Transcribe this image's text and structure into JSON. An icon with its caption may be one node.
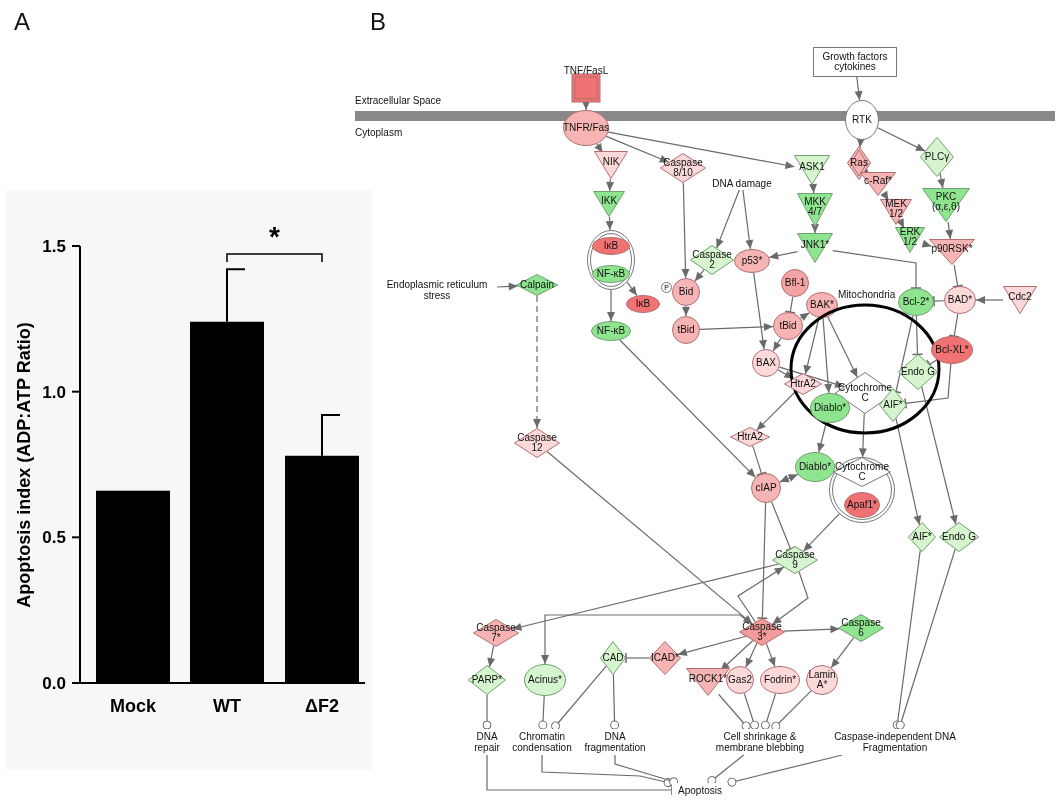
{
  "diagram": {
    "nodes": [
      {
        "text": [
          "TNF/FasL"
        ]
      },
      {
        "text": [
          "Growth factors cytokines"
        ]
      },
      {
        "text": [
          "Extracellular Space"
        ],
        "beside": [
          "Cytoplasm"
        ]
      },
      {
        "text": [
          "TNFR/Fas"
        ]
      },
      {
        "text": [
          "RTK"
        ]
      },
      {
        "text": [
          "NIK"
        ]
      },
      {
        "text": [
          "Caspase 8/10"
        ]
      },
      {
        "text": [
          "ASK1"
        ]
      },
      {
        "text": [
          "Ras"
        ]
      },
      {
        "text": [
          "c-Raf*"
        ]
      },
      {
        "text": [
          "PLCγ"
        ]
      },
      {
        "text": [
          "DNA damage"
        ]
      },
      {
        "text": [
          "IKK"
        ]
      },
      {
        "text": [
          "MKK 4/7"
        ]
      },
      {
        "text": [
          "MEK 1/2"
        ]
      },
      {
        "text": [
          "PKC (α,ε,θ)"
        ]
      },
      {
        "text": [
          "ERK 1/2"
        ]
      },
      {
        "text": [
          "p90RSK*"
        ]
      },
      {
        "text": [],
        "shape": "circle"
      },
      {
        "text": [
          "IκB"
        ],
        "in": 18
      },
      {
        "text": [
          "NF-κB"
        ],
        "in": 18
      },
      {
        "text": [
          "Caspase 2"
        ]
      },
      {
        "text": [
          "p53*"
        ]
      },
      {
        "text": [
          "JNK1*"
        ]
      },
      {
        "text": [
          "Endoplasmic reticulum stress"
        ]
      },
      {
        "text": [
          "Calpain"
        ]
      },
      {
        "text": [
          "Bid"
        ]
      },
      {
        "text": [
          "Bfl-1"
        ]
      },
      {
        "text": [
          "IκB"
        ],
        "beside": [
          "P"
        ]
      },
      {
        "text": [
          "NF-κB"
        ]
      },
      {
        "text": [
          "tBid"
        ]
      },
      {
        "text": [
          "tBid"
        ]
      },
      {
        "text": [
          "BAK*"
        ]
      },
      {
        "text": [
          "Mitochondria"
        ]
      },
      {
        "text": [
          "Bcl-2*"
        ]
      },
      {
        "text": [
          "BAD*"
        ]
      },
      {
        "text": [
          "Cdc2"
        ]
      },
      {
        "text": [
          "Bcl-XL*"
        ]
      },
      {
        "text": [
          "BAX"
        ]
      },
      {
        "text": [
          "HtrA2"
        ]
      },
      {
        "text": [
          "Cytochrome C"
        ],
        "in": 33
      },
      {
        "text": [
          "Diablo*"
        ],
        "in": 33
      },
      {
        "text": [
          "AIF*"
        ],
        "in": 33
      },
      {
        "text": [
          "Endo G"
        ],
        "in": 33
      },
      {
        "text": [
          "Caspase 12"
        ]
      },
      {
        "text": [
          "HtrA2"
        ]
      },
      {
        "text": [
          "Diablo*"
        ]
      },
      {
        "text": [],
        "shape": "circle"
      },
      {
        "text": [
          "Cytochrome C"
        ],
        "in": 47
      },
      {
        "text": [
          "Apaf1*"
        ],
        "in": 47
      },
      {
        "text": [
          "cIAP"
        ]
      },
      {
        "text": [
          "AIF*"
        ]
      },
      {
        "text": [
          "Endo G"
        ]
      },
      {
        "text": [
          "Caspase 9"
        ]
      },
      {
        "text": [
          "Caspase 7*"
        ]
      },
      {
        "text": [
          "Caspase 3*"
        ]
      },
      {
        "text": [
          "Caspase 6"
        ]
      },
      {
        "text": [
          "PARP*"
        ]
      },
      {
        "text": [
          "Acinus*"
        ]
      },
      {
        "text": [
          "CAD"
        ]
      },
      {
        "text": [
          "ICAD*"
        ]
      },
      {
        "text": [
          "ROCK1*"
        ]
      },
      {
        "text": [
          "Gas2"
        ]
      },
      {
        "text": [
          "Fodrin*"
        ]
      },
      {
        "text": [
          "Lamin A*"
        ]
      },
      {
        "text": [
          "DNA repair"
        ]
      },
      {
        "text": [
          "Chromatin condensation"
        ]
      },
      {
        "text": [
          "DNA fragmentation"
        ]
      },
      {
        "text": [
          "Cell shrinkage & membrane blebbing"
        ]
      },
      {
        "text": [
          "Caspase-independent DNA Fragmentation"
        ]
      },
      {
        "text": [
          "Apoptosis"
        ]
      }
    ],
    "edges": [
      {
        "from": 0,
        "to": 3,
        "arrow": "to"
      },
      {
        "from": 1,
        "to": 4,
        "arrow": "to"
      },
      {
        "from": 3,
        "to": 5,
        "arrow": "to"
      },
      {
        "from": 3,
        "to": 6,
        "arrow": "to"
      },
      {
        "from": 3,
        "to": 7,
        "arrow": "to"
      },
      {
        "from": 4,
        "to": 8,
        "arrow": "to"
      },
      {
        "from": 4,
        "to": 10,
        "arrow": "to"
      },
      {
        "from": 8,
        "to": 9,
        "arrow": "to"
      },
      {
        "from": 9,
        "to": 14,
        "arrow": "to"
      },
      {
        "from": 14,
        "to": 16,
        "arrow": "to"
      },
      {
        "from": 16,
        "to": 17,
        "arrow": "to"
      },
      {
        "from": 10,
        "to": 15,
        "arrow": "to"
      },
      {
        "from": 15,
        "to": 17,
        "arrow": "to"
      },
      {
        "from": 5,
        "to": 12,
        "arrow": "to"
      },
      {
        "from": 12,
        "to": 18,
        "arrow": "to"
      },
      {
        "from": 7,
        "to": 13,
        "arrow": "to"
      },
      {
        "from": 13,
        "to": 23,
        "arrow": "to"
      },
      {
        "from": 11,
        "to": 21,
        "arrow": "to"
      },
      {
        "from": 11,
        "to": 22,
        "arrow": "to"
      },
      {
        "from": 23,
        "to": 22,
        "arrow": "to"
      },
      {
        "from": 17,
        "to": 35,
        "arrow": "other"
      },
      {
        "from": 23,
        "to": 34,
        "arrow": "other"
      },
      {
        "from": 24,
        "to": 25,
        "arrow": "to"
      },
      {
        "from": 25,
        "to": 44,
        "arrow": "to",
        "style": "dashed"
      },
      {
        "from": 18,
        "to": 28,
        "arrow": "to"
      },
      {
        "from": 18,
        "to": 29,
        "arrow": "to"
      },
      {
        "from": 6,
        "to": 26,
        "arrow": "to"
      },
      {
        "from": 21,
        "to": 26,
        "arrow": "to"
      },
      {
        "from": 26,
        "to": 30,
        "arrow": "to"
      },
      {
        "from": 27,
        "to": 31,
        "arrow": "other"
      },
      {
        "from": 30,
        "to": 31,
        "arrow": "to"
      },
      {
        "from": 31,
        "to": 32,
        "arrow": "to"
      },
      {
        "from": 22,
        "to": 38,
        "arrow": "to"
      },
      {
        "from": 31,
        "to": 38,
        "arrow": "to"
      },
      {
        "from": 32,
        "to": 39,
        "arrow": "to"
      },
      {
        "from": 32,
        "to": 41,
        "arrow": "to"
      },
      {
        "from": 32,
        "to": 40,
        "arrow": "to"
      },
      {
        "from": 38,
        "to": 39,
        "arrow": "to"
      },
      {
        "from": 38,
        "to": 40,
        "arrow": "to"
      },
      {
        "from": 34,
        "to": 42,
        "arrow": "other"
      },
      {
        "from": 34,
        "to": 43,
        "arrow": "other"
      },
      {
        "from": 37,
        "to": 42,
        "arrow": "other"
      },
      {
        "from": 37,
        "to": 43,
        "arrow": "other"
      },
      {
        "from": 36,
        "to": 35,
        "arrow": "to"
      },
      {
        "from": 35,
        "to": 34,
        "arrow": "other"
      },
      {
        "from": 35,
        "to": 37,
        "arrow": "other"
      },
      {
        "from": 39,
        "to": 45,
        "arrow": "to"
      },
      {
        "from": 41,
        "to": 46,
        "arrow": "to"
      },
      {
        "from": 40,
        "to": 48,
        "arrow": "to"
      },
      {
        "from": 42,
        "to": 51,
        "arrow": "to"
      },
      {
        "from": 43,
        "to": 52,
        "arrow": "to"
      },
      {
        "from": 45,
        "to": 50,
        "arrow": "other"
      },
      {
        "from": 46,
        "to": 50,
        "arrow": "both"
      },
      {
        "from": 29,
        "to": 50,
        "arrow": "to"
      },
      {
        "from": 50,
        "to": 53,
        "arrow": "other"
      },
      {
        "from": 50,
        "to": 55,
        "arrow": "other"
      },
      {
        "from": 47,
        "to": 53,
        "arrow": "to"
      },
      {
        "from": 53,
        "to": 55,
        "arrow": "to"
      },
      {
        "from": 55,
        "to": 53,
        "arrow": "to"
      },
      {
        "from": 53,
        "to": 54,
        "arrow": "to"
      },
      {
        "from": 44,
        "to": 55,
        "arrow": "to"
      },
      {
        "from": 55,
        "to": 56,
        "arrow": "to"
      },
      {
        "from": 56,
        "to": 64,
        "arrow": "to"
      },
      {
        "from": 55,
        "to": 60,
        "arrow": "to"
      },
      {
        "from": 55,
        "to": 58,
        "arrow": "to"
      },
      {
        "from": 55,
        "to": 61,
        "arrow": "to"
      },
      {
        "from": 55,
        "to": 62,
        "arrow": "to"
      },
      {
        "from": 55,
        "to": 63,
        "arrow": "to"
      },
      {
        "from": 54,
        "to": 57,
        "arrow": "to"
      },
      {
        "from": 60,
        "to": 59,
        "arrow": "other"
      },
      {
        "from": 57,
        "to": 65,
        "arrow": "other"
      },
      {
        "from": 58,
        "to": 66,
        "arrow": "other"
      },
      {
        "from": 59,
        "to": 66,
        "arrow": "other"
      },
      {
        "from": 59,
        "to": 67,
        "arrow": "other"
      },
      {
        "from": 61,
        "to": 68,
        "arrow": "other"
      },
      {
        "from": 62,
        "to": 68,
        "arrow": "other"
      },
      {
        "from": 63,
        "to": 68,
        "arrow": "other"
      },
      {
        "from": 64,
        "to": 68,
        "arrow": "other"
      },
      {
        "from": 51,
        "to": 69,
        "arrow": "other"
      },
      {
        "from": 52,
        "to": 69,
        "arrow": "other"
      },
      {
        "from": 65,
        "to": 70,
        "arrow": "other"
      },
      {
        "from": 66,
        "to": 70,
        "arrow": "other"
      },
      {
        "from": 67,
        "to": 70,
        "arrow": "other"
      },
      {
        "from": 68,
        "to": 70,
        "arrow": "other"
      },
      {
        "from": 69,
        "to": 70,
        "arrow": "other"
      }
    ],
    "labels": [
      "A",
      "B"
    ],
    "chart_data": {
      "type": "bar",
      "ylabel": "Apoptosis index (ADP:ATP Ratio)",
      "categories": [
        "Mock",
        "WT",
        "ΔF2"
      ],
      "values": [
        0.66,
        1.24,
        0.78
      ],
      "errors": [
        null,
        0.18,
        0.14
      ],
      "ylim": [
        0,
        1.5
      ],
      "yticks": [
        {
          "value": 0,
          "label": "0.0"
        },
        {
          "value": 0.5,
          "label": "0.5"
        },
        {
          "value": 1.0,
          "label": "1.0"
        },
        {
          "value": 1.5,
          "label": "1.5"
        }
      ],
      "annotations": [
        "*"
      ]
    }
  }
}
